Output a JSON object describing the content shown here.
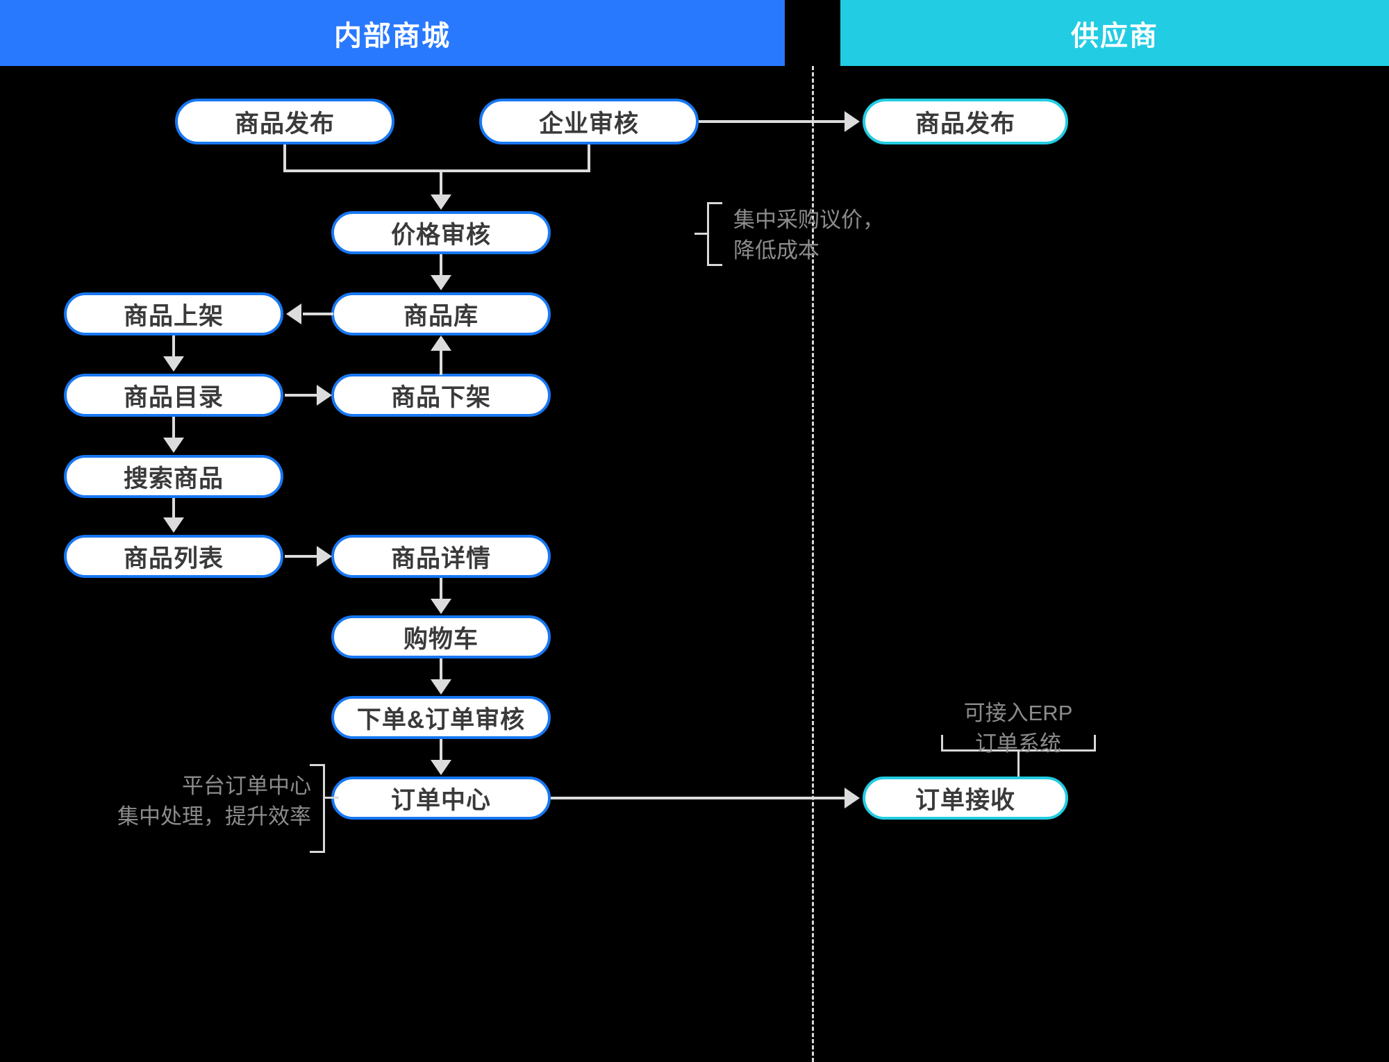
{
  "header": {
    "internal": {
      "label": "内部商城",
      "color": "#2979FF"
    },
    "supplier": {
      "label": "供应商",
      "color": "#22CCE2"
    }
  },
  "diagram": {
    "type": "flowchart",
    "lanes": [
      "内部商城",
      "供应商"
    ],
    "nodes": [
      {
        "id": "n1",
        "label": "商品发布",
        "lane": "内部商城"
      },
      {
        "id": "n2",
        "label": "企业审核",
        "lane": "内部商城"
      },
      {
        "id": "n3",
        "label": "价格审核",
        "lane": "内部商城"
      },
      {
        "id": "n4",
        "label": "商品库",
        "lane": "内部商城"
      },
      {
        "id": "n5",
        "label": "商品上架",
        "lane": "内部商城"
      },
      {
        "id": "n6",
        "label": "商品目录",
        "lane": "内部商城"
      },
      {
        "id": "n7",
        "label": "商品下架",
        "lane": "内部商城"
      },
      {
        "id": "n8",
        "label": "搜索商品",
        "lane": "内部商城"
      },
      {
        "id": "n9",
        "label": "商品列表",
        "lane": "内部商城"
      },
      {
        "id": "n10",
        "label": "商品详情",
        "lane": "内部商城"
      },
      {
        "id": "n11",
        "label": "购物车",
        "lane": "内部商城"
      },
      {
        "id": "n12",
        "label": "下单&订单审核",
        "lane": "内部商城"
      },
      {
        "id": "n13",
        "label": "订单中心",
        "lane": "内部商城"
      },
      {
        "id": "s1",
        "label": "商品发布",
        "lane": "供应商"
      },
      {
        "id": "s2",
        "label": "订单接收",
        "lane": "供应商"
      }
    ],
    "edges": [
      {
        "from": "n1",
        "to": "n3"
      },
      {
        "from": "n2",
        "to": "n3"
      },
      {
        "from": "n2",
        "to": "s1"
      },
      {
        "from": "n3",
        "to": "n4"
      },
      {
        "from": "n4",
        "to": "n5"
      },
      {
        "from": "n5",
        "to": "n6"
      },
      {
        "from": "n6",
        "to": "n7"
      },
      {
        "from": "n7",
        "to": "n4"
      },
      {
        "from": "n6",
        "to": "n8"
      },
      {
        "from": "n8",
        "to": "n9"
      },
      {
        "from": "n9",
        "to": "n10"
      },
      {
        "from": "n10",
        "to": "n11"
      },
      {
        "from": "n11",
        "to": "n12"
      },
      {
        "from": "n12",
        "to": "n13"
      },
      {
        "from": "n13",
        "to": "s2"
      }
    ],
    "annotations": [
      {
        "id": "a1",
        "target": "n3",
        "text": "集中采购议价，\n降低成本"
      },
      {
        "id": "a2",
        "target": "n13",
        "text": "平台订单中心\n集中处理，提升效率"
      },
      {
        "id": "a3",
        "target": "s2",
        "text": "可接入ERP\n订单系统"
      }
    ]
  },
  "colors": {
    "internal_border": "#1877F2",
    "supplier_border": "#22CCE2",
    "connector": "#dcdcdc",
    "note_text": "#8c8c8c",
    "node_text": "#3a3a3a",
    "background": "#000000"
  }
}
